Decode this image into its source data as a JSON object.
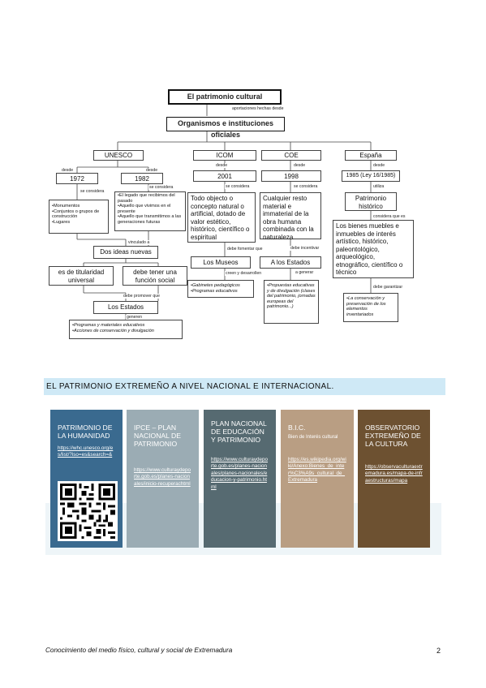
{
  "diagram": {
    "title": "El patrimonio cultural",
    "aportaciones": "aportaciones hechas desde",
    "organismos": "Organismos e instituciones oficiales",
    "unesco": {
      "label": "UNESCO",
      "desde1": "desde",
      "year1": "1972",
      "se_considera1": "se considera",
      "list1": [
        "•Monumentos",
        "•Conjuntos o grupos de construcción",
        "•Lugares"
      ],
      "desde2": "desde",
      "year2": "1982",
      "se_considera2": "se considera",
      "list2": [
        "•El legado que recibimos del pasado",
        "•Aquello que vivimos en el presente",
        "•Aquello que transmitimos a las generaciones futuras"
      ],
      "vinculado": "vinculado a",
      "dos_ideas": "Dos ideas nuevas",
      "idea1": "es de titularidad universal",
      "idea2": "debe tener una función social",
      "debe_promover": "debe promover que",
      "estados": "Los Estados",
      "generen": "generen",
      "acciones": [
        "•Programas y materiales educativos",
        "•Acciones de conservación y divulgación"
      ]
    },
    "icom": {
      "label": "ICOM",
      "desde": "desde",
      "year": "2001",
      "se_considera": "se considera",
      "definition": "Todo objecto o concepto natural o artificial, dotado de valor estético, histórico, científico o espiritual",
      "fomentar": "debe fomentar que",
      "museos": "Los Museos",
      "creen": "creen y desarrollen",
      "list": [
        "•Gabinetes pedagógicos",
        "•Programas educativos"
      ]
    },
    "coe": {
      "label": "COE",
      "desde": "desde",
      "year": "1998",
      "se_considera": "se considera",
      "definition": "Cualquier resto material e immaterial de la obra humana combinada con la naturaleza",
      "incentivar": "debe incentivar",
      "estados": "A los Estados",
      "generar": "a generar",
      "list": "•Propuestas educativas y de divulgación (clases del patrimonio, jornadas europeas del patrimonio...)"
    },
    "espana": {
      "label": "España",
      "desde": "desde",
      "year": "1985 (Ley 16/1985)",
      "utiliza": "utiliza",
      "patrimonio": "Patrimonio histórico",
      "considera": "considera que es",
      "definition": "Los bienes muebles e inmuebles de interés artístico, histórico, paleontológico, arqueológico, etnográfico, científico o técnico",
      "garantizar": "debe garantizar",
      "list": "•La conservación y preservación de los elementos inventariados"
    }
  },
  "section": {
    "title": "EL PATRIMONIO EXTREMEÑO A NIVEL NACIONAL E INTERNACIONAL."
  },
  "cards": [
    {
      "title": "PATRIMONIO DE LA HUMANIDAD",
      "subtitle": "",
      "link": "https://whc.unesco.org/es/list/?iso=es&search=&",
      "color": "#3a6a8f"
    },
    {
      "title": "IPCE – PLAN NACIONAL DE PATRIMONIO",
      "subtitle": "",
      "link": "https://www.culturaydeporte.gob.es/planes-nacionales/inicio-recuperachtml",
      "color": "#9bacb4"
    },
    {
      "title": "PLAN NACIONAL DE EDUCACIÓN Y PATRIMONIO",
      "subtitle": "",
      "link": "https://www.culturaydeporte.gob.es/planes-nacionales/planes-nacionales/educacion-y-patrimonio.html",
      "color": "#566a71"
    },
    {
      "title": "B.I.C.",
      "subtitle": "Bien de Interés cultural",
      "link": "https://es.wikipedia.org/wiki/Anexo:Bienes_de_inter%C3%A9s_cultural_de_Extremadura",
      "color": "#b99e83"
    },
    {
      "title": "OBSERVATORIO EXTREMEÑO DE LA CULTURA",
      "subtitle": "",
      "link": "https://observaculturaextremadura.es/mapa-de-infraestructuras/mapa",
      "color": "#6d5131"
    }
  ],
  "footer": {
    "text": "Conocimiento del medio físico, cultural y social de Extremadura",
    "page": "2"
  }
}
